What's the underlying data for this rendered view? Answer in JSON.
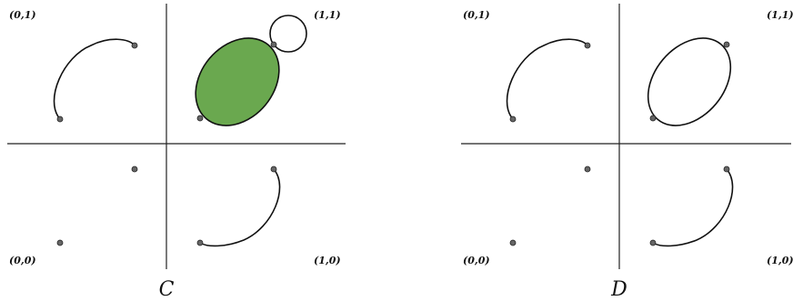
{
  "panels": [
    {
      "id": "C",
      "label": "C",
      "corners": {
        "top_left": "(0,1)",
        "top_right": "(1,1)",
        "bottom_left": "(0,0)",
        "bottom_right": "(1,0)"
      }
    },
    {
      "id": "D",
      "label": "D",
      "corners": {
        "top_left": "(0,1)",
        "top_right": "(1,1)",
        "bottom_left": "(0,0)",
        "bottom_right": "(1,0)"
      }
    }
  ],
  "colors": {
    "fill_green": "#6aa84f",
    "fill_green_stroke": "#111111",
    "dot": "#666666",
    "ink": "#111111"
  }
}
